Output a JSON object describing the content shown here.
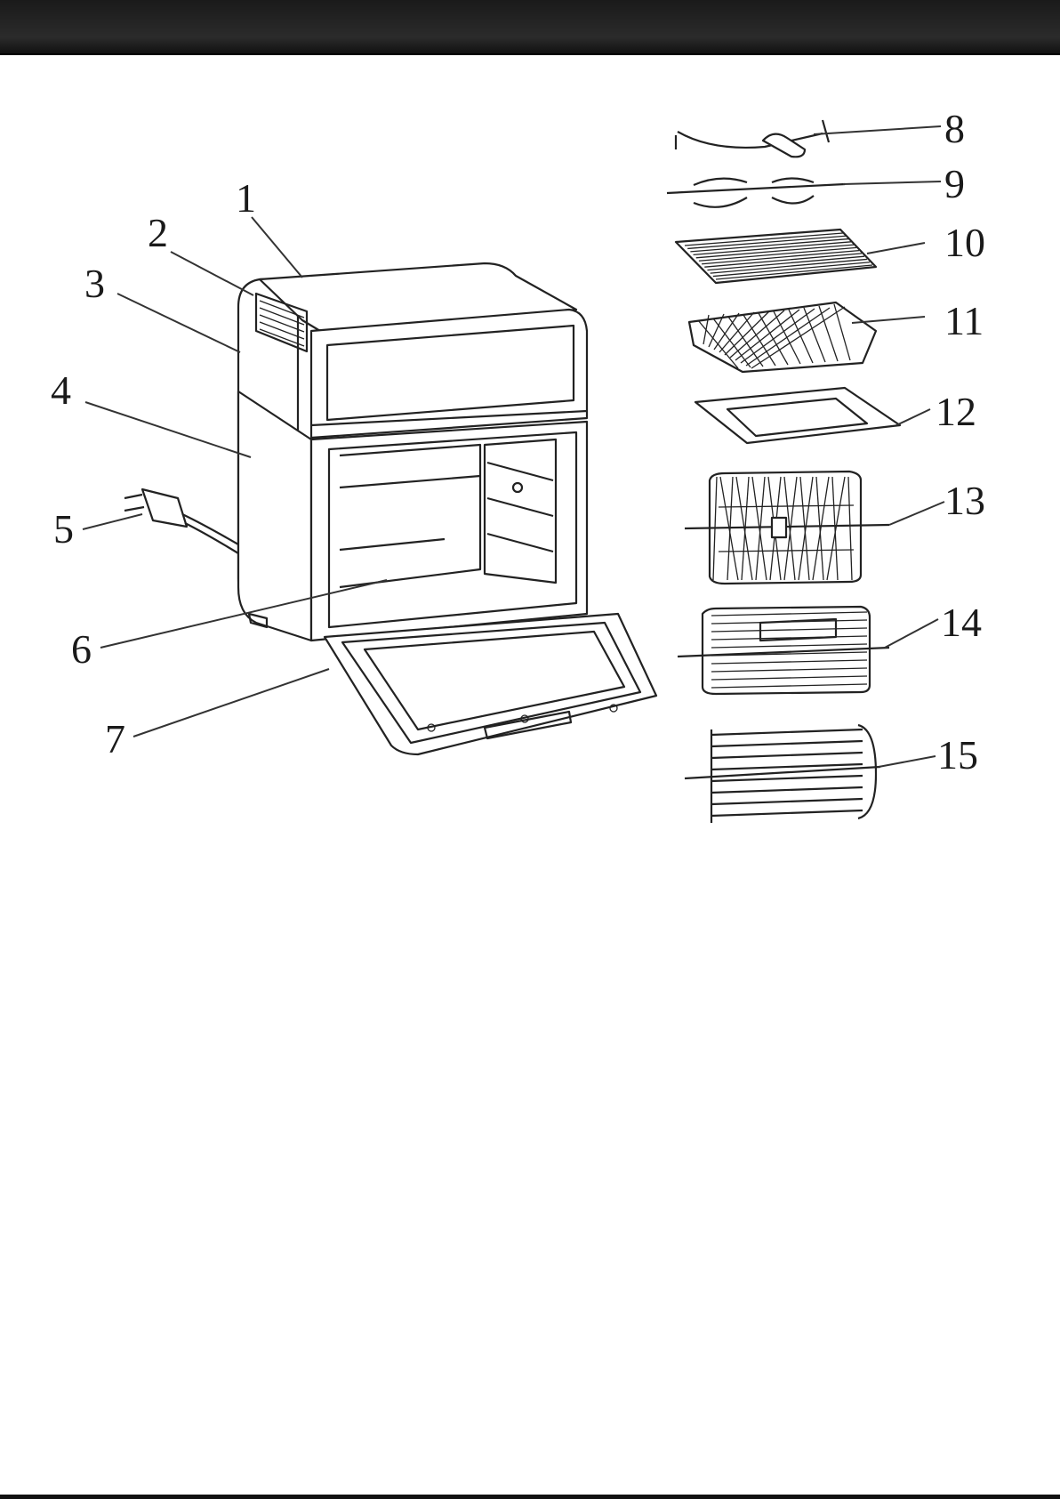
{
  "labels": [
    "1",
    "2",
    "3",
    "4",
    "5",
    "6",
    "7",
    "8",
    "9",
    "10",
    "11",
    "12",
    "13",
    "14",
    "15"
  ],
  "colors": {
    "ink": "#1a1a1a",
    "header_bar": "#222222",
    "background": "#ffffff"
  },
  "parts": [
    "top-panel",
    "vent-grille",
    "housing-back",
    "housing-side",
    "power-plug",
    "cooking-chamber",
    "door",
    "rotisserie-spit",
    "rotisserie-fork",
    "grill-tray",
    "wire-rack",
    "drip-tray",
    "rotisserie-basket",
    "rotisserie-cage",
    "kebab-rack"
  ]
}
